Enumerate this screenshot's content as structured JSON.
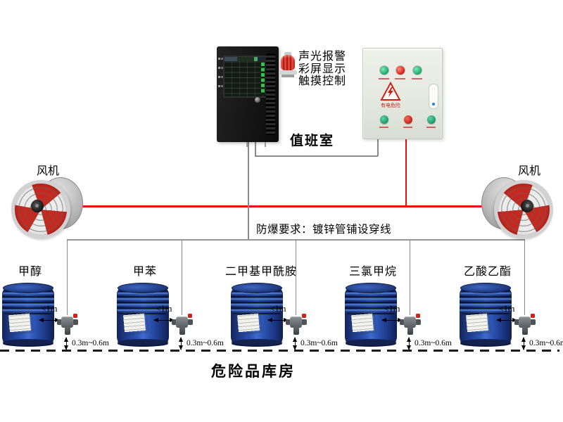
{
  "duty_room": {
    "label": "值班室"
  },
  "controller_features": [
    "声光报警",
    "彩屏显示",
    "触摸控制"
  ],
  "electrical_box": {
    "warning_text": "有电危险"
  },
  "fans": {
    "left_label": "风机",
    "right_label": "风机"
  },
  "notes": {
    "explosion_proof": "防爆要求：镀锌管铺设穿线"
  },
  "warehouse": {
    "label": "危险品库房"
  },
  "chemicals": [
    "甲醇",
    "甲苯",
    "二甲基甲酰胺",
    "三氯甲烷",
    "乙酸乙酯"
  ],
  "annotations": {
    "distance": "<1m",
    "height": "0.3m~0.6m"
  },
  "colors": {
    "signal_line_red": "#ee0f0f",
    "signal_line_gray": "#8a8a8a",
    "drum_blue": "#24429a",
    "alarm_red": "#cc2218",
    "indicator_green": "#17a96c"
  }
}
